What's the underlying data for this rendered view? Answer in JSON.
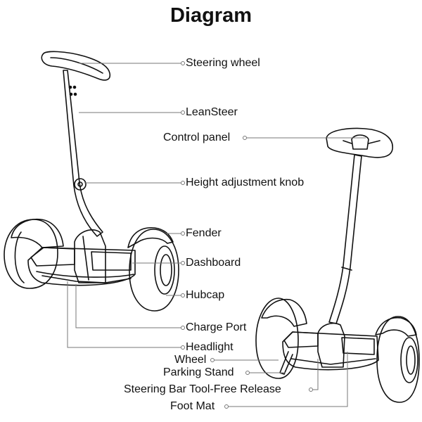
{
  "title": "Diagram",
  "labels": {
    "steering_wheel": "Steering wheel",
    "leansteer": "LeanSteer",
    "control_panel": "Control panel",
    "height_knob": "Height adjustment knob",
    "fender": "Fender",
    "dashboard": "Dashboard",
    "hubcap": "Hubcap",
    "charge_port": "Charge Port",
    "headlight": "Headlight",
    "wheel": "Wheel",
    "parking_stand": "Parking Stand",
    "steering_release": "Steering Bar Tool-Free Release",
    "foot_mat": "Foot Mat"
  },
  "colors": {
    "ink": "#111111",
    "leader": "#777777"
  }
}
